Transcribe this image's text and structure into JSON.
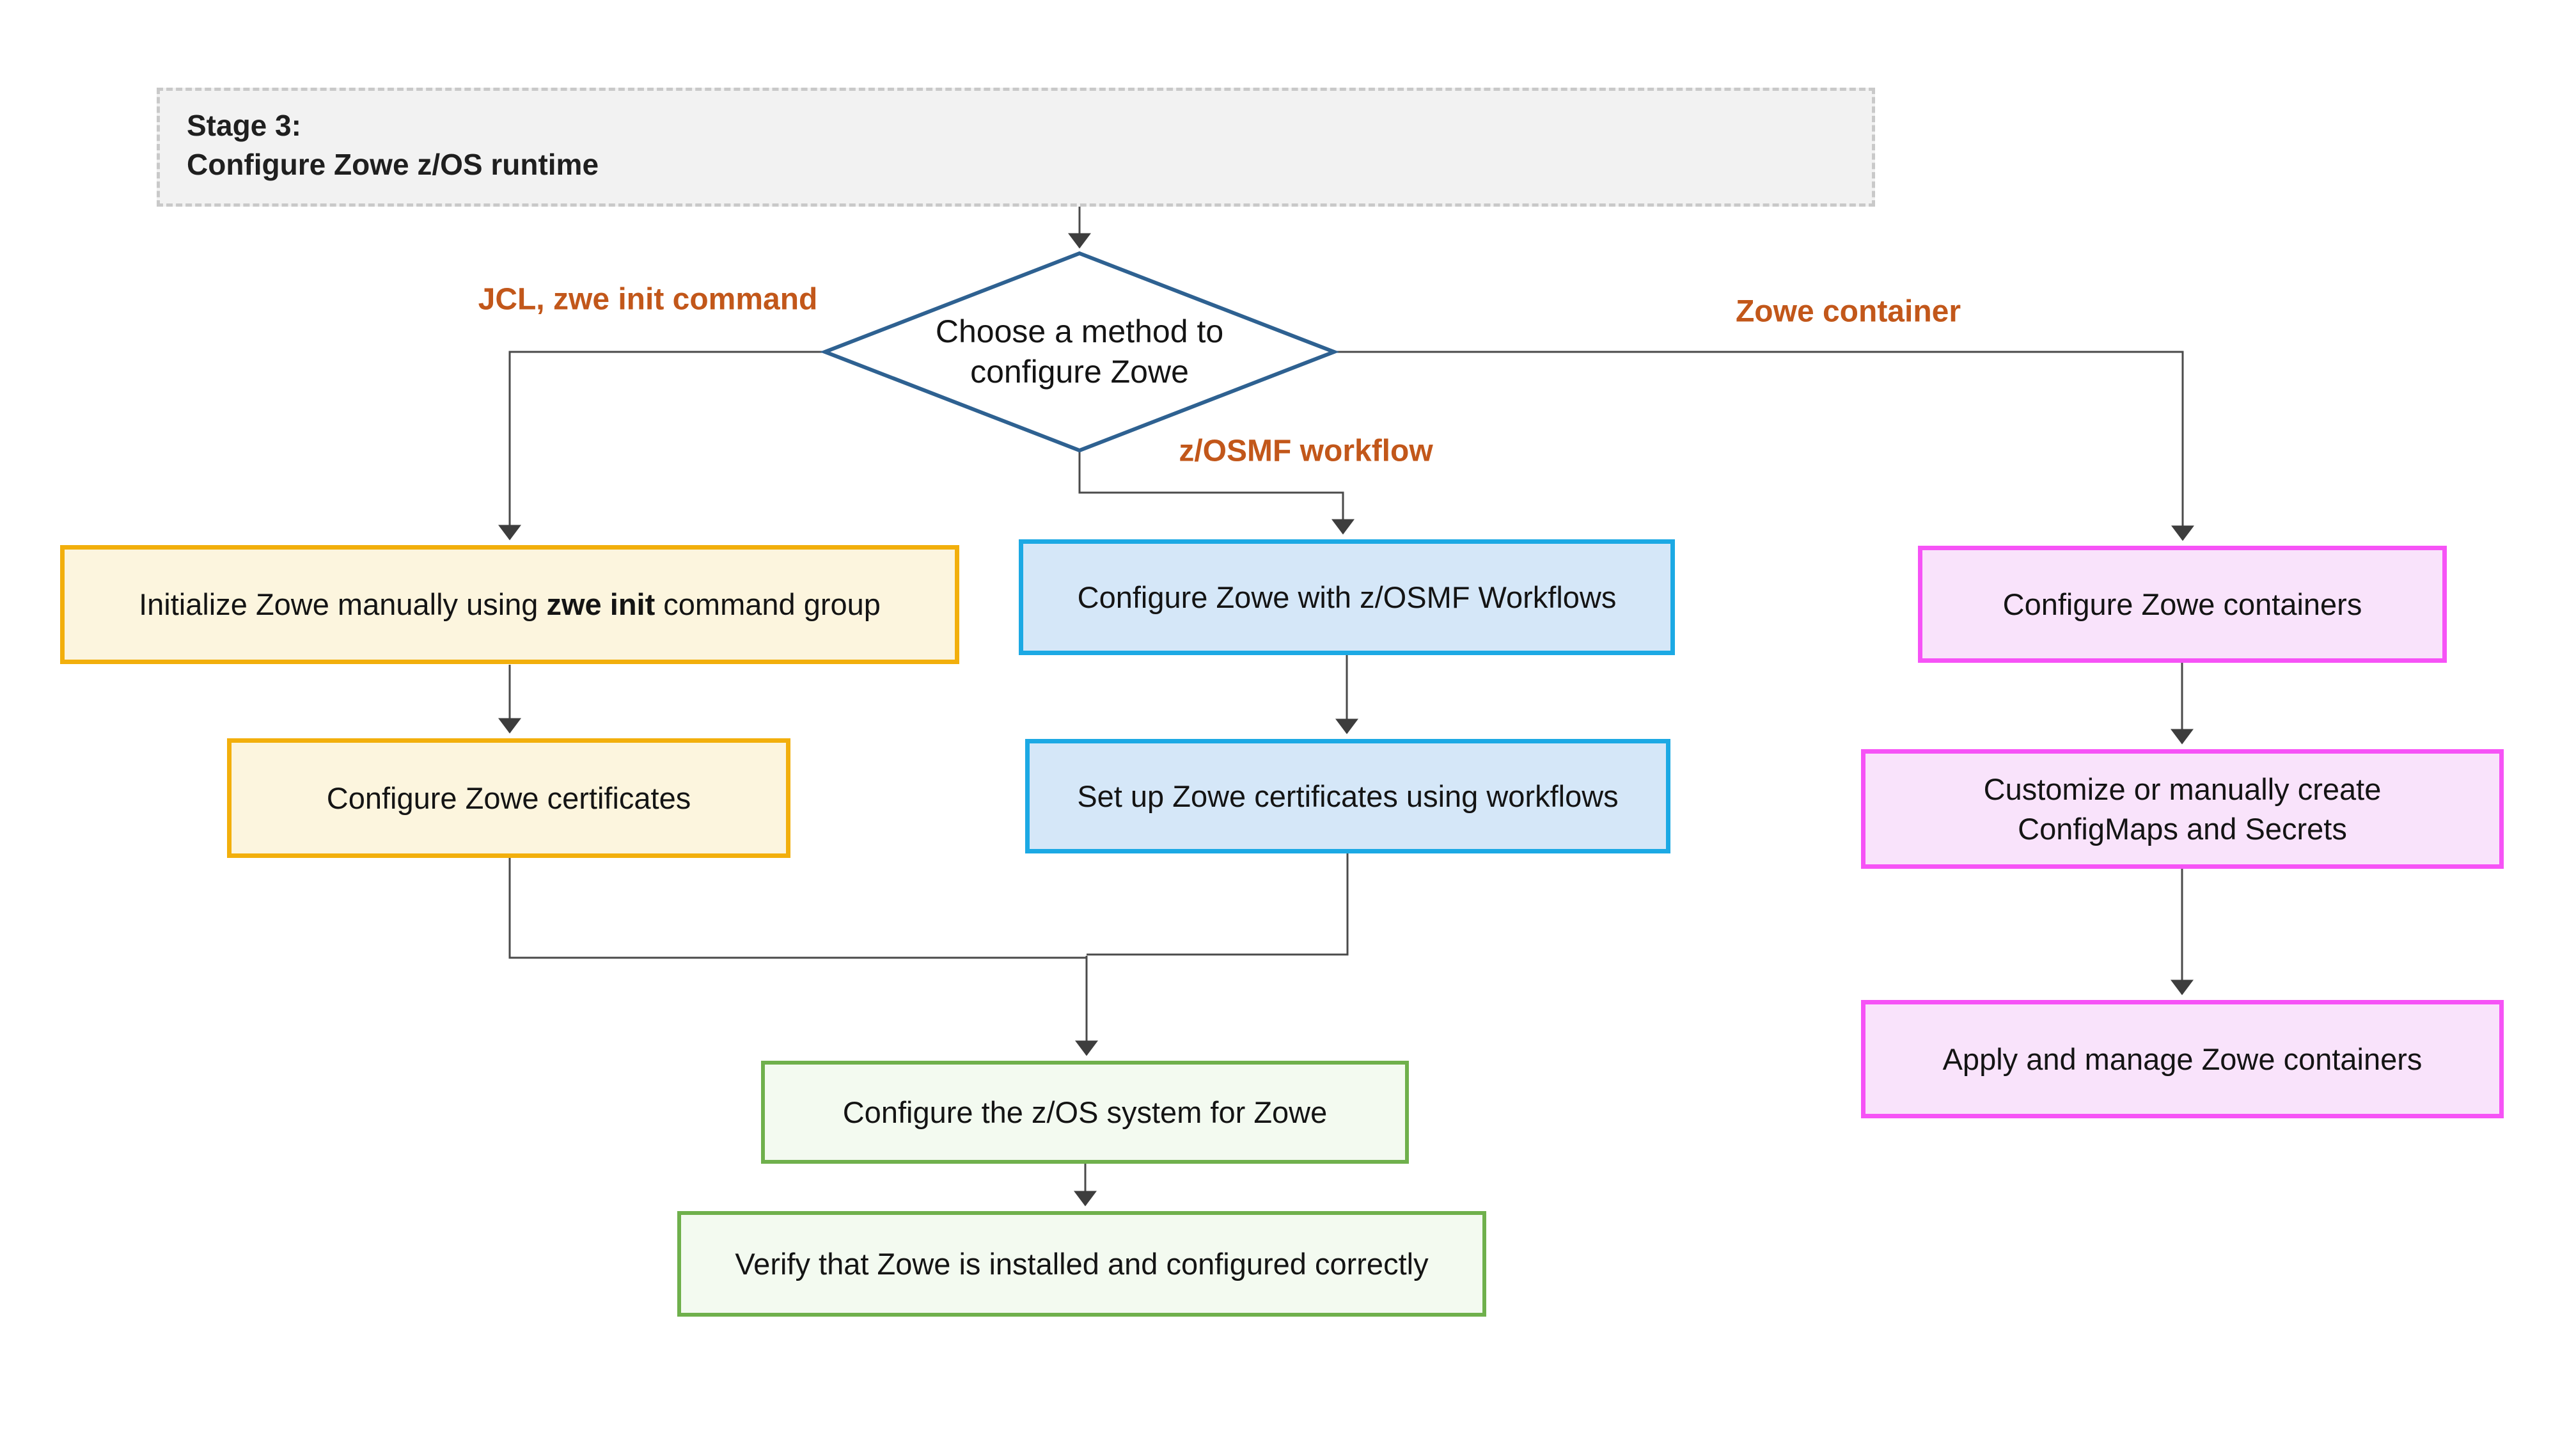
{
  "diagram": {
    "stage_header": {
      "line1": "Stage 3:",
      "line2": "Configure Zowe z/OS runtime"
    },
    "decision": {
      "line1": "Choose a method to",
      "line2": "configure Zowe"
    },
    "branch_labels": {
      "jcl": "JCL, zwe init command",
      "zosmf": "z/OSMF workflow",
      "container": "Zowe container"
    },
    "nodes": {
      "init_manual": {
        "pre": "Initialize Zowe manually using ",
        "bold": "zwe init",
        "post": " command group"
      },
      "config_certificates": "Configure Zowe certificates",
      "zosmf_workflows": "Configure Zowe with z/OSMF Workflows",
      "zosmf_certificates": "Set up Zowe certificates using workflows",
      "config_containers": "Configure Zowe containers",
      "configmaps_secrets": {
        "line1": "Customize or manually create",
        "line2": "ConfigMaps and Secrets"
      },
      "apply_containers": "Apply and manage Zowe containers",
      "config_zos_system": "Configure the z/OS system for Zowe",
      "verify_install": "Verify that Zowe is installed and configured correctly"
    },
    "colors": {
      "stage_fill": "#f2f2f2",
      "stage_border": "#c9c9c9",
      "diamond_border": "#2e6191",
      "yellow_border": "#f2af0c",
      "yellow_fill": "#fcf5de",
      "blue_border": "#1ca9e4",
      "blue_fill": "#d5e7f8",
      "pink_border": "#f653f6",
      "pink_fill": "#f9e3fb",
      "green_border": "#6fb04c",
      "green_fill": "#f3faf0",
      "label_orange": "#c2571a",
      "line_color": "#4a4a4a",
      "arrow_color": "#3d3d3d",
      "text_dark": "#1f1f1f",
      "text_body": "#141414"
    }
  }
}
